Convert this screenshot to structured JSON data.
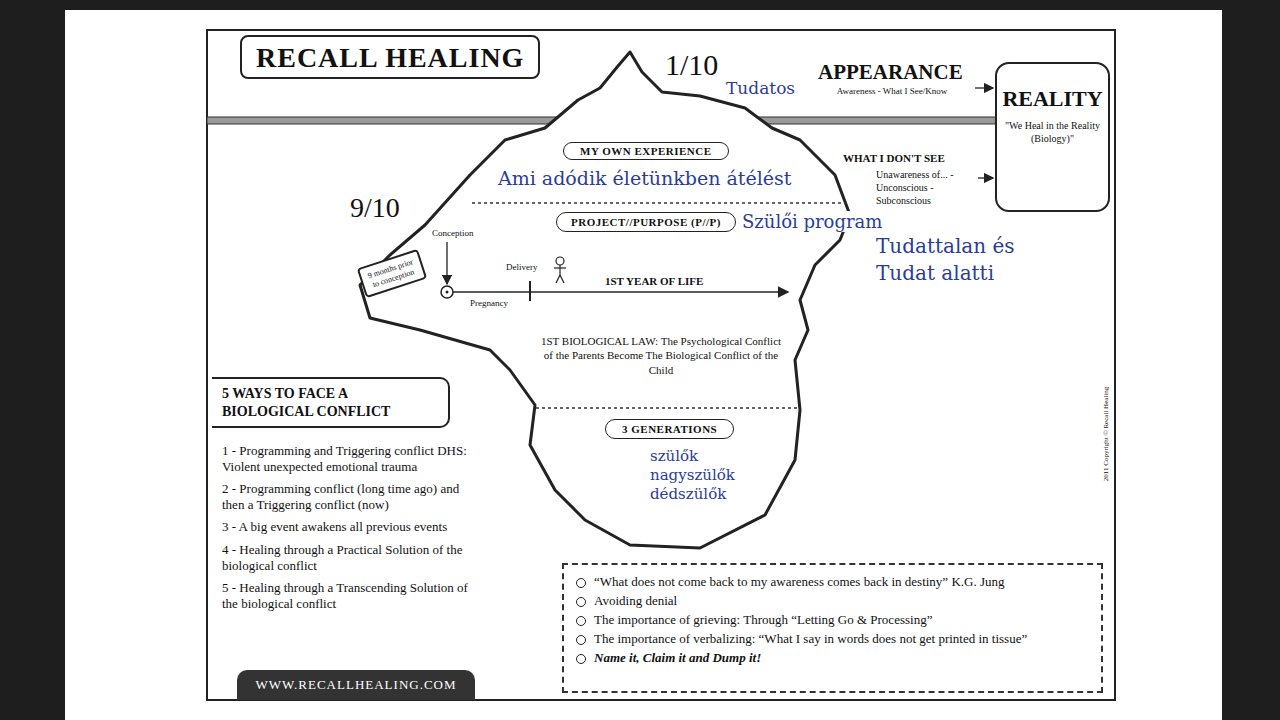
{
  "diagram": {
    "title": "RECALL HEALING",
    "nodes": [
      {
        "text": [
          "REALITY",
          "\"We Heal in the Reality (Biology)\""
        ]
      },
      {
        "text": [
          "MY OWN EXPERIENCE"
        ]
      },
      {
        "text": [
          "PROJECT//PURPOSE (P//P)"
        ]
      },
      {
        "text": [
          "9 months prior to conception"
        ]
      },
      {
        "text": [
          "5 WAYS TO FACE A BIOLOGICAL CONFLICT"
        ]
      },
      {
        "text": [
          "3 GENERATIONS"
        ]
      },
      {
        "text": [
          "“What does not come back to my awareness comes back in destiny”  K.G. Jung",
          "Avoiding denial",
          "The importance of grieving: Through “Letting Go & Processing”",
          "The importance of verbalizing: “What I say in words does not get printed in tissue”",
          "Name it, Claim it and Dump it!"
        ]
      },
      {
        "text": [
          "WWW.RECALLHEALING.COM"
        ]
      }
    ],
    "labels": [
      "1/10",
      "Tudatos",
      "APPEARANCE",
      "Awareness - What I See/Know",
      "WHAT I DON'T SEE",
      "Unawareness of... - Unconscious - Subconscious",
      "Ami adódik életünkben átélést",
      "Szülői program",
      "9/10",
      "Conception",
      "Delivery",
      "Pregnancy",
      "1ST YEAR OF LIFE",
      "Tudattalan és Tudat alatti",
      "1ST BIOLOGICAL LAW: The Psychological Conflict of the Parents Become The Biological Conflict of the Child",
      "szülők nagyszülők dédszülők",
      "1 - Programming and Triggering conflict DHS: Violent unexpected emotional trauma",
      "2 - Programming conflict (long time ago) and then a Triggering conflict (now)",
      "3 - A big event awakens all previous events",
      "4 - Healing through a Practical Solution of the biological conflict",
      "5 - Healing through a Transcending Solution of the biological conflict",
      "2011 Copyright © Recall Healing"
    ]
  }
}
